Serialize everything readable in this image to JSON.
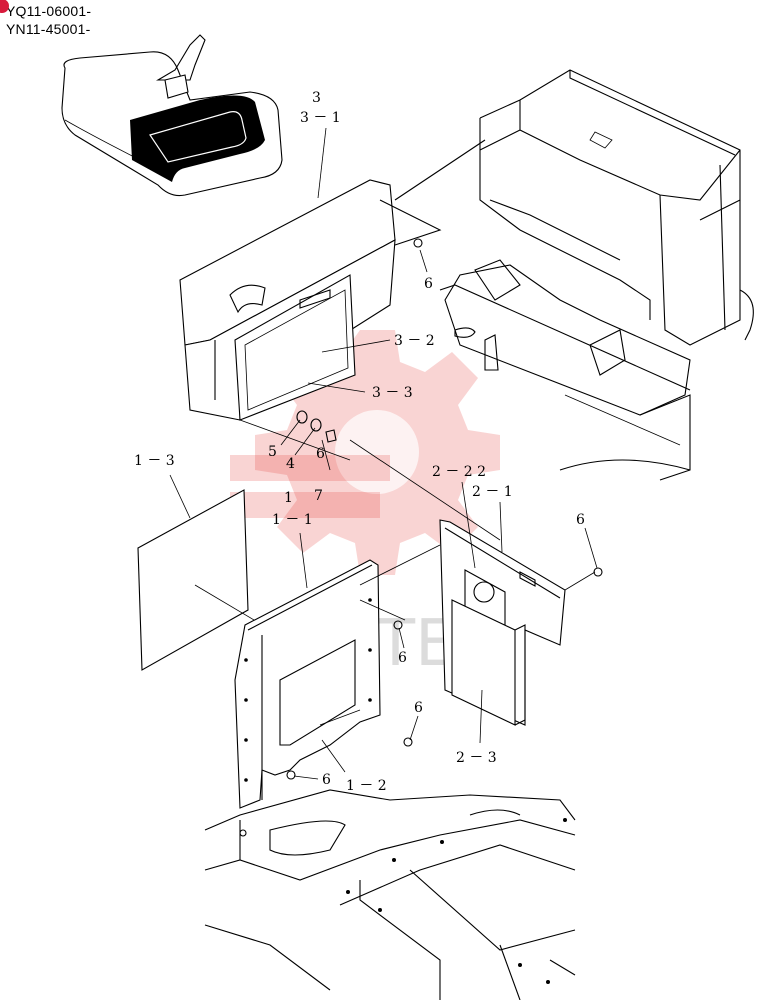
{
  "header": {
    "serial_range_1": "YQ11-06001-",
    "serial_range_2": "YN11-45001-"
  },
  "callouts": {
    "c_3": "3",
    "c_3_1": "3 － 1",
    "c_3_2": "3 － 2",
    "c_3_3": "3 － 3",
    "c_6a": "6",
    "c_5": "5",
    "c_4": "4",
    "c_6b": "6",
    "c_1_3": "1 － 3",
    "c_1": "1",
    "c_7": "7",
    "c_1_1": "1 － 1",
    "c_2_22": "2 － 2 2",
    "c_2_1": "2 － 1",
    "c_6c": "6",
    "c_6d": "6",
    "c_6e": "6",
    "c_6f": "6",
    "c_1_2": "1 － 2",
    "c_2_3": "2 － 3"
  },
  "watermark": {
    "text": "ИНТЕХ",
    "color": "#e53935"
  },
  "icons": [
    "gear-watermark-icon",
    "red-marker-icon"
  ]
}
